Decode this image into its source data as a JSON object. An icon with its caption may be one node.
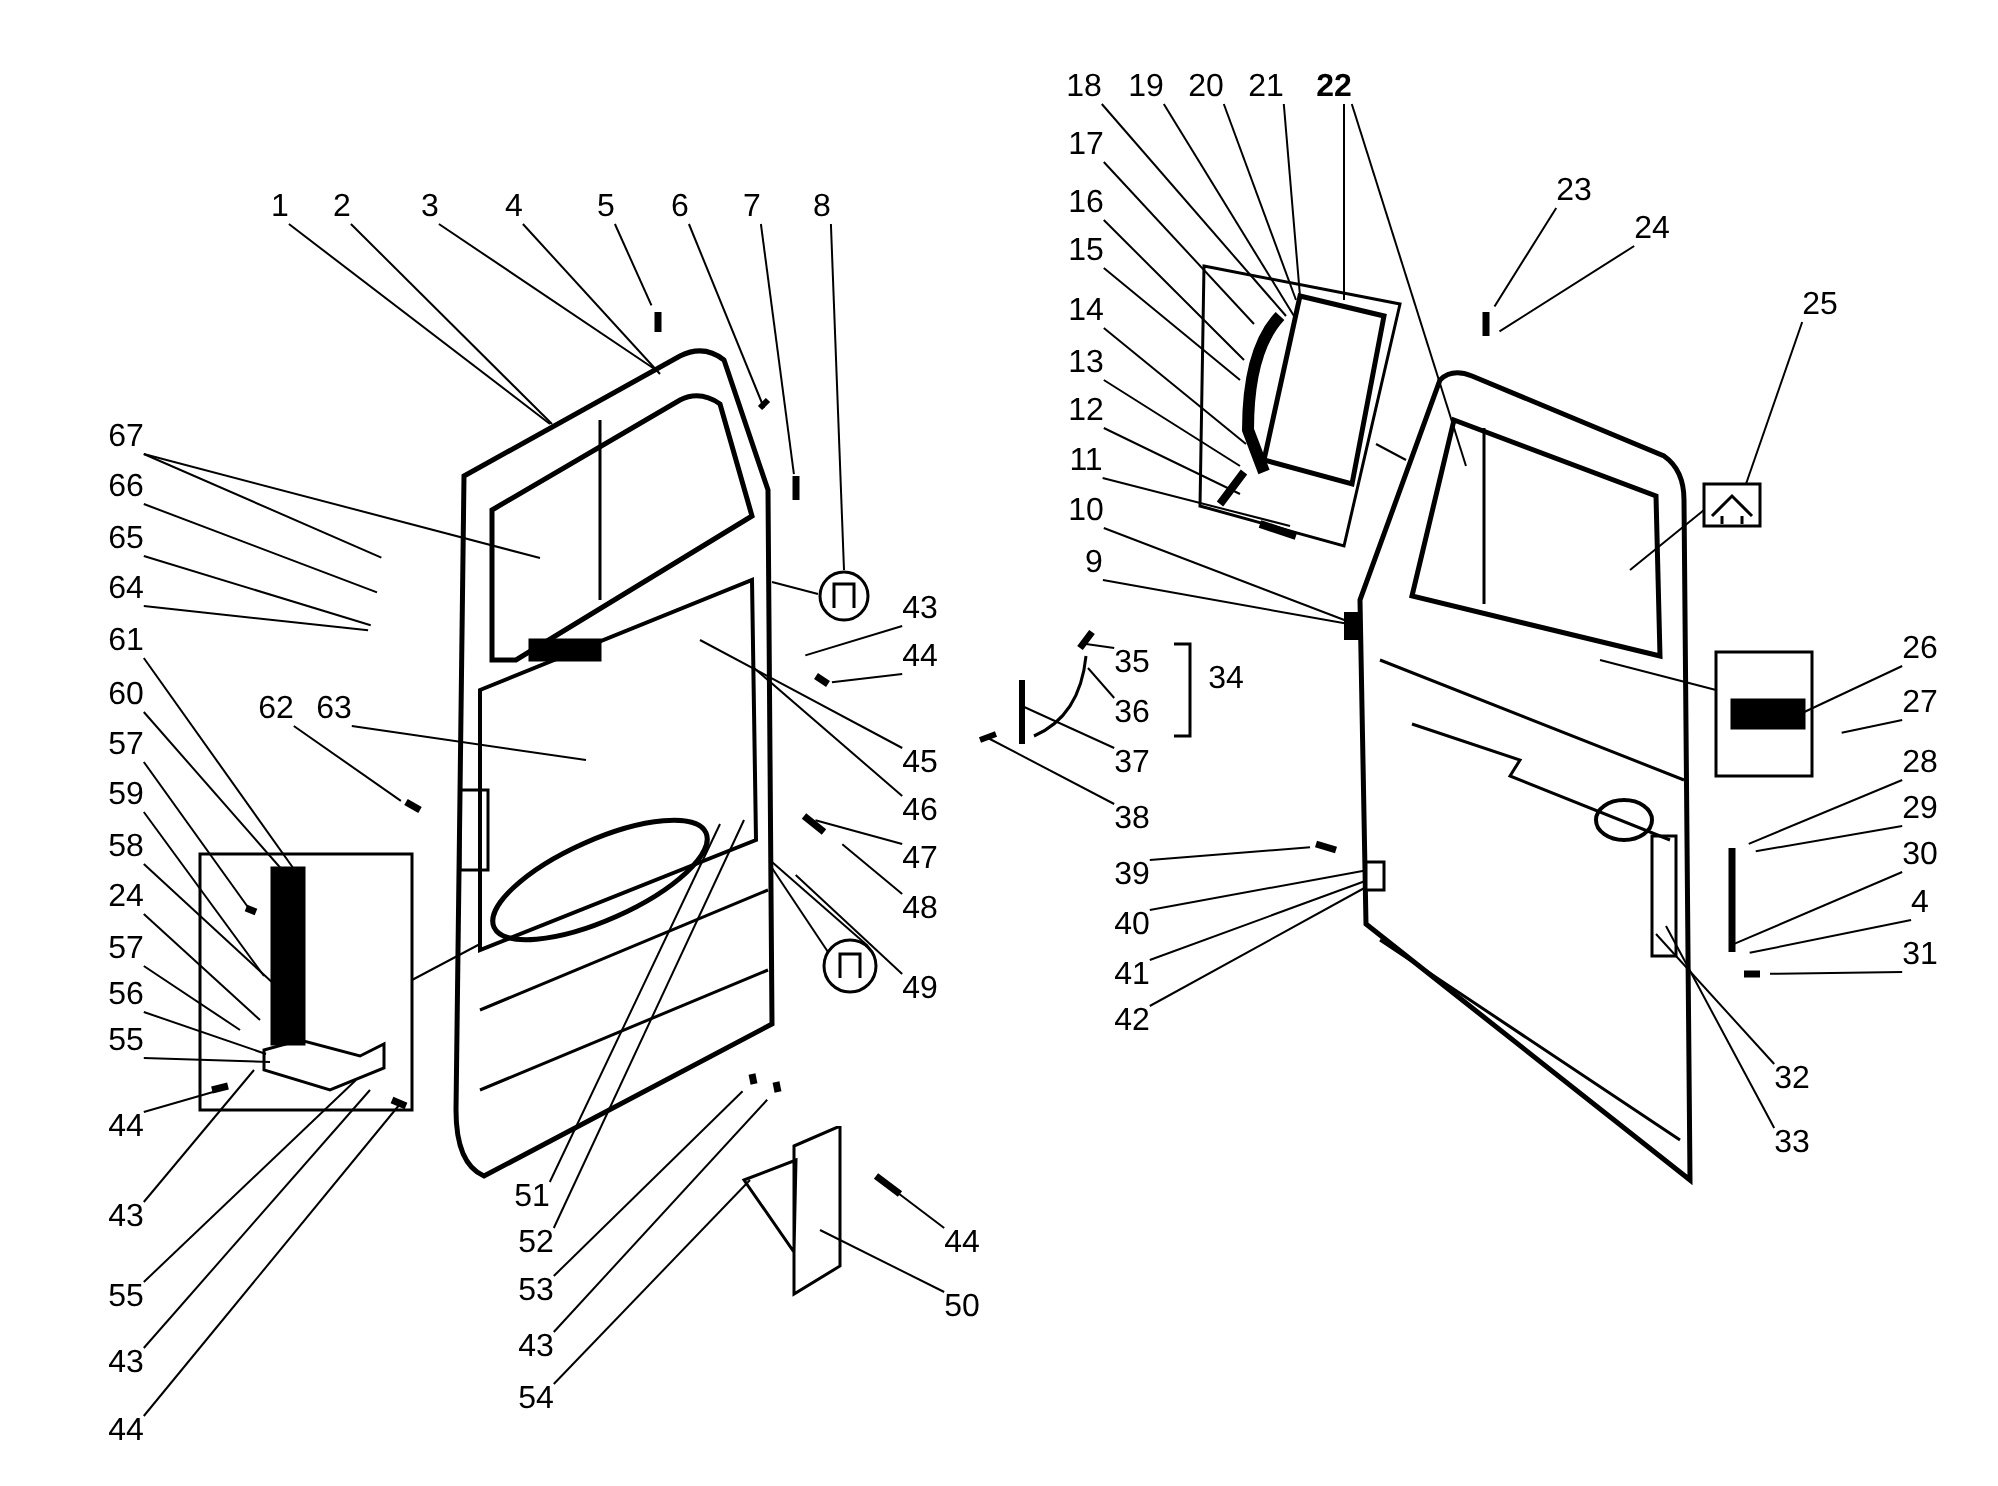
{
  "diagram": {
    "nodes": [
      {
        "text": [
          "1"
        ]
      },
      {
        "text": [
          "2"
        ]
      },
      {
        "text": [
          "3"
        ]
      },
      {
        "text": [
          "4"
        ]
      },
      {
        "text": [
          "5"
        ]
      },
      {
        "text": [
          "6"
        ]
      },
      {
        "text": [
          "7"
        ]
      },
      {
        "text": [
          "8"
        ]
      },
      {
        "text": [
          "18"
        ]
      },
      {
        "text": [
          "19"
        ]
      },
      {
        "text": [
          "20"
        ]
      },
      {
        "text": [
          "21"
        ]
      },
      {
        "text": [
          "22"
        ]
      },
      {
        "text": [
          "17"
        ]
      },
      {
        "text": [
          "16"
        ]
      },
      {
        "text": [
          "15"
        ]
      },
      {
        "text": [
          "14"
        ]
      },
      {
        "text": [
          "13"
        ]
      },
      {
        "text": [
          "12"
        ]
      },
      {
        "text": [
          "11"
        ]
      },
      {
        "text": [
          "10"
        ]
      },
      {
        "text": [
          "9"
        ]
      },
      {
        "text": [
          "23"
        ]
      },
      {
        "text": [
          "24"
        ]
      },
      {
        "text": [
          "25"
        ]
      },
      {
        "text": [
          "67"
        ]
      },
      {
        "text": [
          "66"
        ]
      },
      {
        "text": [
          "65"
        ]
      },
      {
        "text": [
          "64"
        ]
      },
      {
        "text": [
          "61"
        ]
      },
      {
        "text": [
          "60"
        ]
      },
      {
        "text": [
          "57"
        ]
      },
      {
        "text": [
          "59"
        ]
      },
      {
        "text": [
          "58"
        ]
      },
      {
        "text": [
          "24"
        ]
      },
      {
        "text": [
          "57"
        ]
      },
      {
        "text": [
          "56"
        ]
      },
      {
        "text": [
          "55"
        ]
      },
      {
        "text": [
          "44"
        ]
      },
      {
        "text": [
          "43"
        ]
      },
      {
        "text": [
          "55"
        ]
      },
      {
        "text": [
          "43"
        ]
      },
      {
        "text": [
          "44"
        ]
      },
      {
        "text": [
          "62"
        ]
      },
      {
        "text": [
          "63"
        ]
      },
      {
        "text": [
          "43"
        ]
      },
      {
        "text": [
          "44"
        ]
      },
      {
        "text": [
          "45"
        ]
      },
      {
        "text": [
          "46"
        ]
      },
      {
        "text": [
          "47"
        ]
      },
      {
        "text": [
          "48"
        ]
      },
      {
        "text": [
          "49"
        ]
      },
      {
        "text": [
          "51"
        ]
      },
      {
        "text": [
          "52"
        ]
      },
      {
        "text": [
          "53"
        ]
      },
      {
        "text": [
          "43"
        ]
      },
      {
        "text": [
          "54"
        ]
      },
      {
        "text": [
          "44"
        ]
      },
      {
        "text": [
          "50"
        ]
      },
      {
        "text": [
          "35"
        ]
      },
      {
        "text": [
          "36"
        ]
      },
      {
        "text": [
          "37"
        ]
      },
      {
        "text": [
          "38"
        ]
      },
      {
        "text": [
          "39"
        ]
      },
      {
        "text": [
          "40"
        ]
      },
      {
        "text": [
          "41"
        ]
      },
      {
        "text": [
          "42"
        ]
      },
      {
        "text": [
          "26"
        ]
      },
      {
        "text": [
          "27"
        ]
      },
      {
        "text": [
          "28"
        ]
      },
      {
        "text": [
          "29"
        ]
      },
      {
        "text": [
          "30"
        ]
      },
      {
        "text": [
          "4"
        ]
      },
      {
        "text": [
          "31"
        ]
      },
      {
        "text": [
          "32"
        ]
      },
      {
        "text": [
          "33"
        ]
      },
      {
        "text": [],
        "shape": "circle"
      },
      {
        "text": [],
        "shape": "box"
      },
      {
        "text": [],
        "shape": "picture"
      },
      {
        "text": [],
        "shape": "picture"
      },
      {
        "text": [],
        "shape": "picture"
      },
      {
        "text": [],
        "shape": "picture"
      },
      {
        "text": [],
        "shape": "picture"
      },
      {
        "text": [],
        "shape": "picture"
      },
      {
        "text": [],
        "shape": "picture"
      },
      {
        "text": [],
        "shape": "circle"
      },
      {
        "text": [],
        "shape": "picture"
      },
      {
        "text": [],
        "shape": "picture"
      }
    ],
    "edges": [
      {
        "from": 0,
        "to": 78,
        "arrow": "none"
      },
      {
        "from": 1,
        "to": 78,
        "arrow": "none"
      },
      {
        "from": 2,
        "to": 78,
        "arrow": "none"
      },
      {
        "from": 3,
        "to": 78,
        "arrow": "none"
      },
      {
        "from": 4,
        "to": null,
        "arrow": "none"
      },
      {
        "from": 5,
        "to": 78,
        "arrow": "none"
      },
      {
        "from": 6,
        "to": null,
        "arrow": "none"
      },
      {
        "from": 7,
        "to": 76,
        "arrow": "none"
      },
      {
        "from": 8,
        "to": 80,
        "arrow": "none"
      },
      {
        "from": 9,
        "to": 80,
        "arrow": "none"
      },
      {
        "from": 10,
        "to": 80,
        "arrow": "none"
      },
      {
        "from": 11,
        "to": 80,
        "arrow": "none"
      },
      {
        "from": 12,
        "to": 80,
        "arrow": "none"
      },
      {
        "from": 12,
        "to": 79,
        "arrow": "none"
      },
      {
        "from": 13,
        "to": 80,
        "arrow": "none"
      },
      {
        "from": 14,
        "to": 80,
        "arrow": "none"
      },
      {
        "from": 15,
        "to": 80,
        "arrow": "none"
      },
      {
        "from": 16,
        "to": 80,
        "arrow": "none"
      },
      {
        "from": 17,
        "to": 80,
        "arrow": "none"
      },
      {
        "from": 18,
        "to": 80,
        "arrow": "none"
      },
      {
        "from": 19,
        "to": 80,
        "arrow": "none"
      },
      {
        "from": 20,
        "to": 77,
        "arrow": "none"
      },
      {
        "from": 21,
        "to": 77,
        "arrow": "none"
      },
      {
        "from": 22,
        "to": null,
        "arrow": "none"
      },
      {
        "from": 23,
        "to": null,
        "arrow": "none"
      },
      {
        "from": 24,
        "to": 83,
        "arrow": "none"
      },
      {
        "from": 25,
        "to": null,
        "arrow": "none"
      },
      {
        "from": 25,
        "to": 78,
        "arrow": "none"
      },
      {
        "from": 26,
        "to": null,
        "arrow": "none"
      },
      {
        "from": 27,
        "to": null,
        "arrow": "none"
      },
      {
        "from": 28,
        "to": null,
        "arrow": "none"
      },
      {
        "from": 29,
        "to": 81,
        "arrow": "none"
      },
      {
        "from": 30,
        "to": 81,
        "arrow": "none"
      },
      {
        "from": 31,
        "to": 81,
        "arrow": "none"
      },
      {
        "from": 32,
        "to": 81,
        "arrow": "none"
      },
      {
        "from": 33,
        "to": 81,
        "arrow": "none"
      },
      {
        "from": 34,
        "to": 81,
        "arrow": "none"
      },
      {
        "from": 35,
        "to": 81,
        "arrow": "none"
      },
      {
        "from": 36,
        "to": 81,
        "arrow": "none"
      },
      {
        "from": 37,
        "to": 81,
        "arrow": "none"
      },
      {
        "from": 38,
        "to": 81,
        "arrow": "none"
      },
      {
        "from": 39,
        "to": 81,
        "arrow": "none"
      },
      {
        "from": 40,
        "to": 81,
        "arrow": "none"
      },
      {
        "from": 41,
        "to": 81,
        "arrow": "none"
      },
      {
        "from": 42,
        "to": 81,
        "arrow": "none"
      },
      {
        "from": 43,
        "to": null,
        "arrow": "none"
      },
      {
        "from": 44,
        "to": 78,
        "arrow": "none"
      },
      {
        "from": 45,
        "to": null,
        "arrow": "none"
      },
      {
        "from": 46,
        "to": null,
        "arrow": "none"
      },
      {
        "from": 47,
        "to": 78,
        "arrow": "none"
      },
      {
        "from": 48,
        "to": 78,
        "arrow": "none"
      },
      {
        "from": 49,
        "to": null,
        "arrow": "none"
      },
      {
        "from": 50,
        "to": null,
        "arrow": "none"
      },
      {
        "from": 51,
        "to": null,
        "arrow": "none"
      },
      {
        "from": 52,
        "to": 78,
        "arrow": "none"
      },
      {
        "from": 53,
        "to": 78,
        "arrow": "none"
      },
      {
        "from": 54,
        "to": null,
        "arrow": "none"
      },
      {
        "from": 55,
        "to": null,
        "arrow": "none"
      },
      {
        "from": 56,
        "to": 82,
        "arrow": "none"
      },
      {
        "from": 57,
        "to": 87,
        "arrow": "none"
      },
      {
        "from": 58,
        "to": 82,
        "arrow": "none"
      },
      {
        "from": 59,
        "to": 86,
        "arrow": "none"
      },
      {
        "from": 60,
        "to": 86,
        "arrow": "none"
      },
      {
        "from": 61,
        "to": 86,
        "arrow": "none"
      },
      {
        "from": 62,
        "to": 86,
        "arrow": "none"
      },
      {
        "from": 63,
        "to": null,
        "arrow": "none"
      },
      {
        "from": 64,
        "to": 79,
        "arrow": "none"
      },
      {
        "from": 65,
        "to": 79,
        "arrow": "none"
      },
      {
        "from": 66,
        "to": 79,
        "arrow": "none"
      },
      {
        "from": 67,
        "to": 84,
        "arrow": "none"
      },
      {
        "from": 68,
        "to": null,
        "arrow": "none"
      },
      {
        "from": 69,
        "to": null,
        "arrow": "none"
      },
      {
        "from": 70,
        "to": null,
        "arrow": "none"
      },
      {
        "from": 71,
        "to": null,
        "arrow": "none"
      },
      {
        "from": 72,
        "to": null,
        "arrow": "none"
      },
      {
        "from": 73,
        "to": null,
        "arrow": "none"
      },
      {
        "from": 74,
        "to": 79,
        "arrow": "none"
      },
      {
        "from": 75,
        "to": 79,
        "arrow": "none"
      },
      {
        "from": 81,
        "to": 78,
        "arrow": "none"
      },
      {
        "from": 78,
        "to": 76,
        "arrow": "none"
      },
      {
        "from": 78,
        "to": 85,
        "arrow": "none"
      },
      {
        "from": 78,
        "to": 85,
        "arrow": "none"
      },
      {
        "from": 80,
        "to": 79,
        "arrow": "none"
      },
      {
        "from": 83,
        "to": 79,
        "arrow": "none"
      },
      {
        "from": 84,
        "to": 79,
        "arrow": "none"
      }
    ],
    "labels": [
      "34"
    ]
  }
}
